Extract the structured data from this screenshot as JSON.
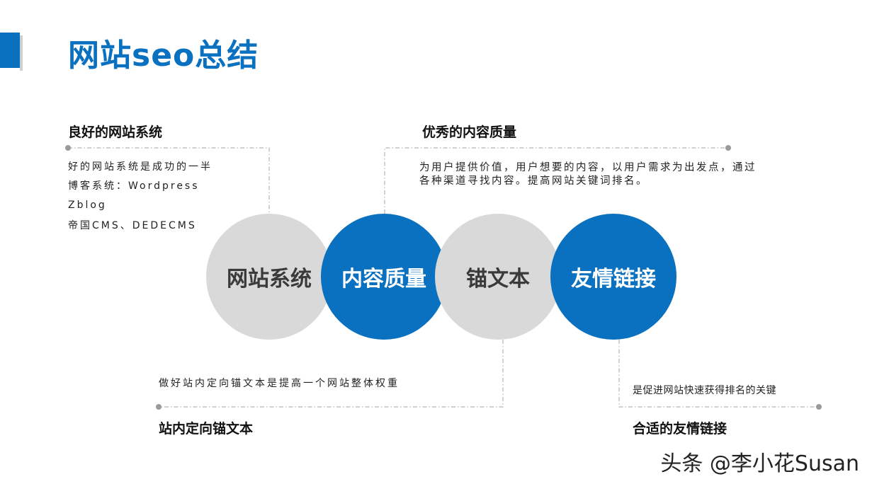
{
  "title": "网站seo总结",
  "sections": {
    "system": {
      "heading": "良好的网站系统",
      "lines": [
        "好的网站系统是成功的一半",
        "博客系统：Wordpress",
        "Zblog",
        "帝国CMS、DEDECMS"
      ]
    },
    "content": {
      "heading": "优秀的内容质量",
      "text": "为用户提供价值，用户想要的内容，以用户需求为出发点，通过各种渠道寻找内容。提高网站关键词排名。"
    },
    "anchor": {
      "heading": "站内定向锚文本",
      "text": "做好站内定向锚文本是提高一个网站整体权重"
    },
    "links": {
      "heading": "合适的友情链接",
      "text": "是促进网站快速获得排名的关键"
    }
  },
  "circles": [
    {
      "label": "网站系统",
      "style": "gray"
    },
    {
      "label": "内容质量",
      "style": "blue"
    },
    {
      "label": "锚文本",
      "style": "gray"
    },
    {
      "label": "友情链接",
      "style": "blue"
    }
  ],
  "watermark": "头条 @李小花Susan",
  "colors": {
    "accent": "#0a70c0",
    "gray_circle": "#d9d9d9",
    "connector": "#b5b5b5"
  }
}
